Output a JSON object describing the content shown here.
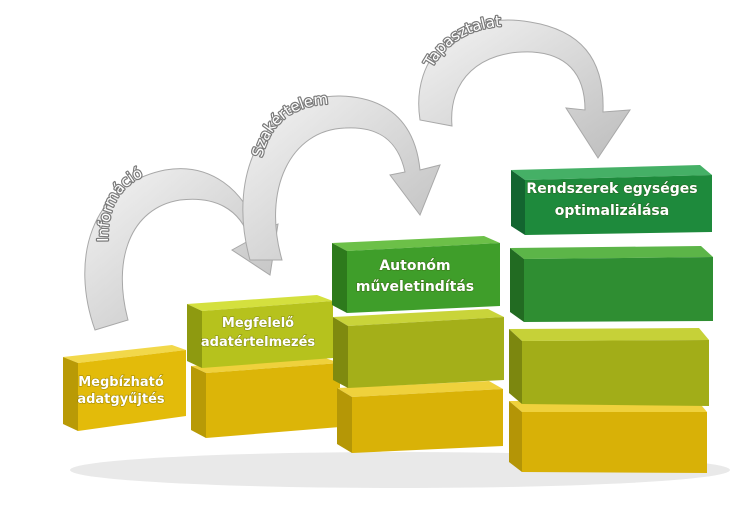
{
  "steps": [
    {
      "line1": "Megbízható",
      "line2": "adatgyűjtés"
    },
    {
      "line1": "Megfelelő",
      "line2": "adatértelmezés"
    },
    {
      "line1": "Autonóm",
      "line2": "műveletindítás"
    },
    {
      "line1": "Rendszerek egységes",
      "line2": "optimalizálása"
    }
  ],
  "arrows": {
    "a1": "Információ",
    "a2": "Szakértelem",
    "a3": "Tapasztalat"
  },
  "colors": {
    "yellow": "#e3bb0a",
    "olive": "#a7b51c",
    "green": "#3f9e2a",
    "darkgreen": "#1e8a3c",
    "arrow": "#d9d9d9"
  }
}
